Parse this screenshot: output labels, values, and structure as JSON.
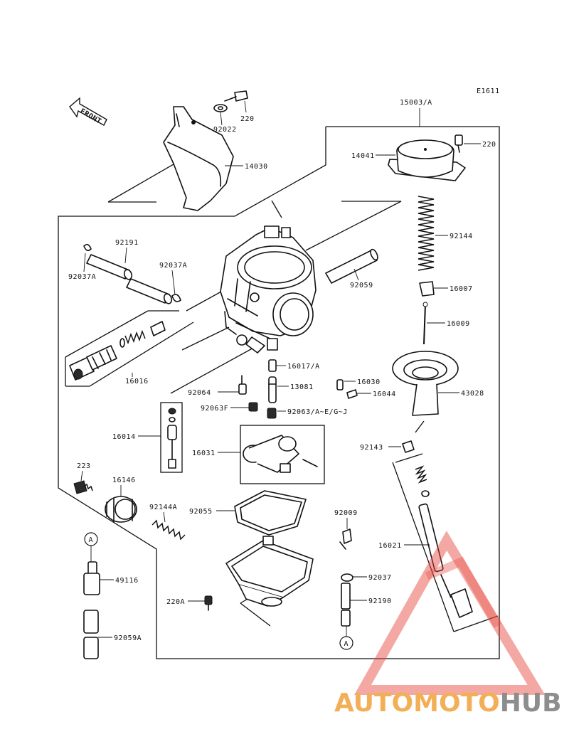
{
  "diagram_code": "E1611",
  "front_arrow_label": "FRONT",
  "callouts": [
    {
      "id": "c-15003a",
      "text": "15003/A"
    },
    {
      "id": "c-220-top",
      "text": "220"
    },
    {
      "id": "c-92022",
      "text": "92022"
    },
    {
      "id": "c-14030",
      "text": "14030"
    },
    {
      "id": "c-220-right",
      "text": "220"
    },
    {
      "id": "c-14041",
      "text": "14041"
    },
    {
      "id": "c-92144",
      "text": "92144"
    },
    {
      "id": "c-16007",
      "text": "16007"
    },
    {
      "id": "c-16009",
      "text": "16009"
    },
    {
      "id": "c-92191",
      "text": "92191"
    },
    {
      "id": "c-92037a-left",
      "text": "92037A"
    },
    {
      "id": "c-92037a-right",
      "text": "92037A"
    },
    {
      "id": "c-92059",
      "text": "92059"
    },
    {
      "id": "c-16016",
      "text": "16016"
    },
    {
      "id": "c-16017a",
      "text": "16017/A"
    },
    {
      "id": "c-16030",
      "text": "16030"
    },
    {
      "id": "c-16044",
      "text": "16044"
    },
    {
      "id": "c-43028",
      "text": "43028"
    },
    {
      "id": "c-92064",
      "text": "92064"
    },
    {
      "id": "c-13081",
      "text": "13081"
    },
    {
      "id": "c-92063f",
      "text": "92063F"
    },
    {
      "id": "c-92063a",
      "text": "92063/A~E/G~J"
    },
    {
      "id": "c-16014",
      "text": "16014"
    },
    {
      "id": "c-16031",
      "text": "16031"
    },
    {
      "id": "c-92143",
      "text": "92143"
    },
    {
      "id": "c-223",
      "text": "223"
    },
    {
      "id": "c-16146",
      "text": "16146"
    },
    {
      "id": "c-92144a",
      "text": "92144A"
    },
    {
      "id": "c-92055",
      "text": "92055"
    },
    {
      "id": "c-92009",
      "text": "92009"
    },
    {
      "id": "c-16021",
      "text": "16021"
    },
    {
      "id": "c-49116",
      "text": "49116"
    },
    {
      "id": "c-92037",
      "text": "92037"
    },
    {
      "id": "c-220a",
      "text": "220A"
    },
    {
      "id": "c-92190",
      "text": "92190"
    },
    {
      "id": "c-92059a",
      "text": "92059A"
    }
  ],
  "ref_marks": [
    "A",
    "A"
  ],
  "watermark": {
    "part1": "AUTOMOTO",
    "part2": "HUB",
    "color1": "#f2a23a",
    "color2": "#e8463c",
    "color3": "#7a7a7a"
  }
}
